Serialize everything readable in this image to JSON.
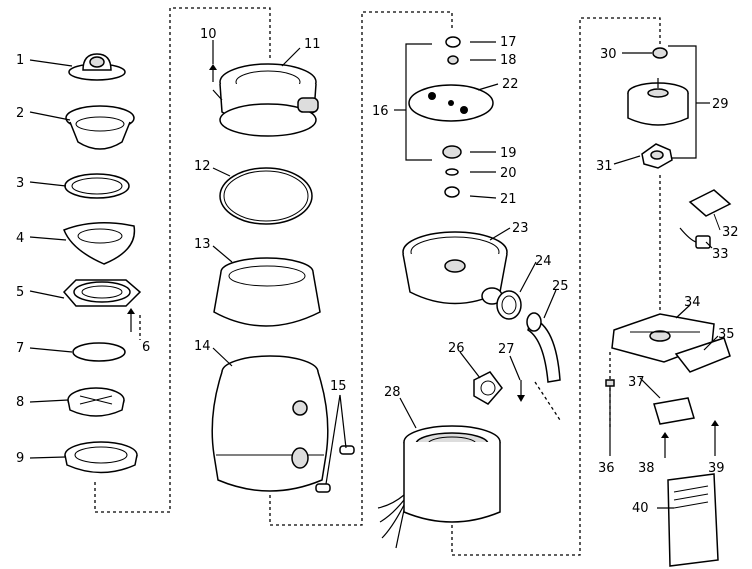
{
  "diagram": {
    "callouts": {
      "c1": "1",
      "c2": "2",
      "c3": "3",
      "c4": "4",
      "c5": "5",
      "c6": "6",
      "c7": "7",
      "c8": "8",
      "c9": "9",
      "c10": "10",
      "c11": "11",
      "c12": "12",
      "c13": "13",
      "c14": "14",
      "c15": "15",
      "c16": "16",
      "c17": "17",
      "c18": "18",
      "c19": "19",
      "c20": "20",
      "c21": "21",
      "c22": "22",
      "c23": "23",
      "c24": "24",
      "c25": "25",
      "c26": "26",
      "c27": "27",
      "c28": "28",
      "c29": "29",
      "c30": "30",
      "c31": "31",
      "c32": "32",
      "c33": "33",
      "c34": "34",
      "c35": "35",
      "c36": "36",
      "c37": "37",
      "c38": "38",
      "c39": "39",
      "c40": "40"
    }
  }
}
